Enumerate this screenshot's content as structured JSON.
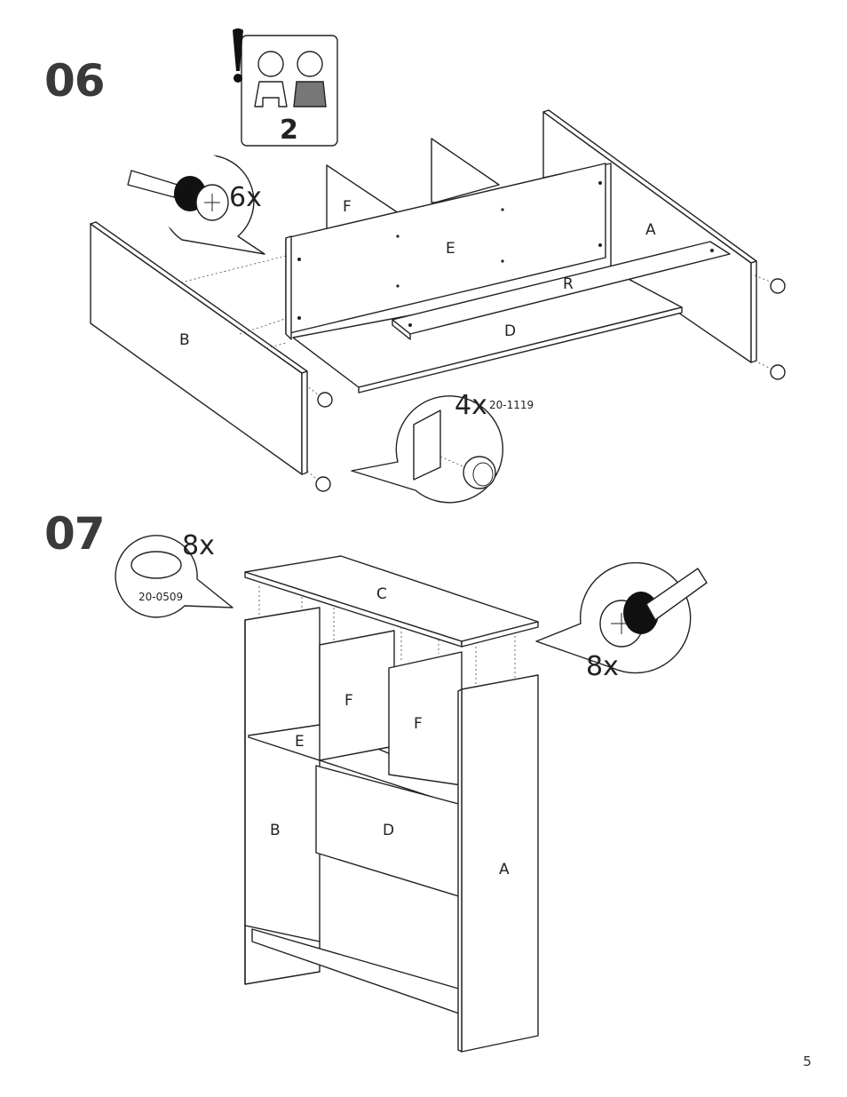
{
  "steps": [
    {
      "number": "06",
      "persons": "2",
      "screw_qty": "6x",
      "feet_qty": "4x",
      "feet_code": "20-1119",
      "labels": {
        "B": "B",
        "E": "E",
        "F": "F",
        "A": "A",
        "R": "R",
        "D": "D"
      }
    },
    {
      "number": "07",
      "cap_qty": "8x",
      "cap_code": "20-0509",
      "screw_qty": "8x",
      "labels": {
        "C": "C",
        "F1": "F",
        "F2": "F",
        "E": "E",
        "B": "B",
        "D": "D",
        "A": "A"
      }
    }
  ],
  "page_number": "5",
  "icons": [
    "warning-icon",
    "two-person-icon",
    "screwdriver-icon",
    "foot-glide-icon",
    "cover-cap-icon",
    "cam-lock-icon"
  ]
}
